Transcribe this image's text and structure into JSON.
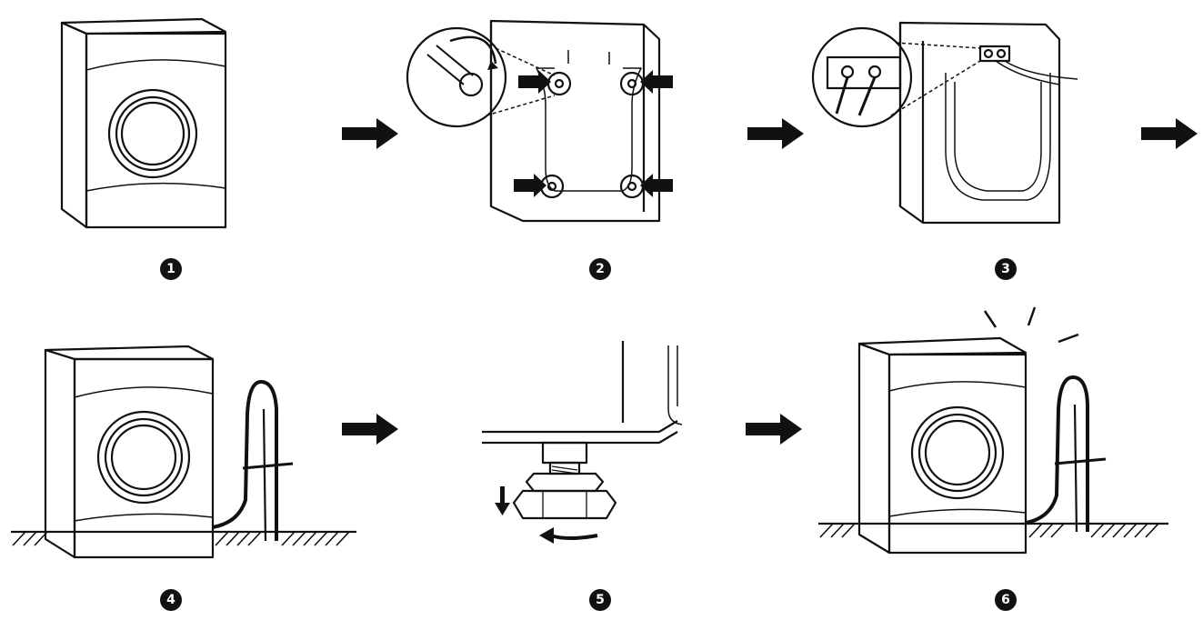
{
  "colors": {
    "ink": "#111111",
    "panel_fill": "#ffffff",
    "badge_text": "#ffffff"
  },
  "steps": [
    {
      "number": "1",
      "icon": "washing-machine-front-icon"
    },
    {
      "number": "2",
      "icon": "remove-transit-bolts-icon"
    },
    {
      "number": "3",
      "icon": "connect-hoses-icon"
    },
    {
      "number": "4",
      "icon": "drain-hose-placement-icon"
    },
    {
      "number": "5",
      "icon": "adjust-leveling-foot-icon"
    },
    {
      "number": "6",
      "icon": "machine-ready-icon"
    }
  ],
  "arrows": [
    "arrow-right-icon",
    "arrow-right-icon",
    "arrow-right-icon",
    "arrow-right-icon",
    "arrow-right-icon"
  ]
}
